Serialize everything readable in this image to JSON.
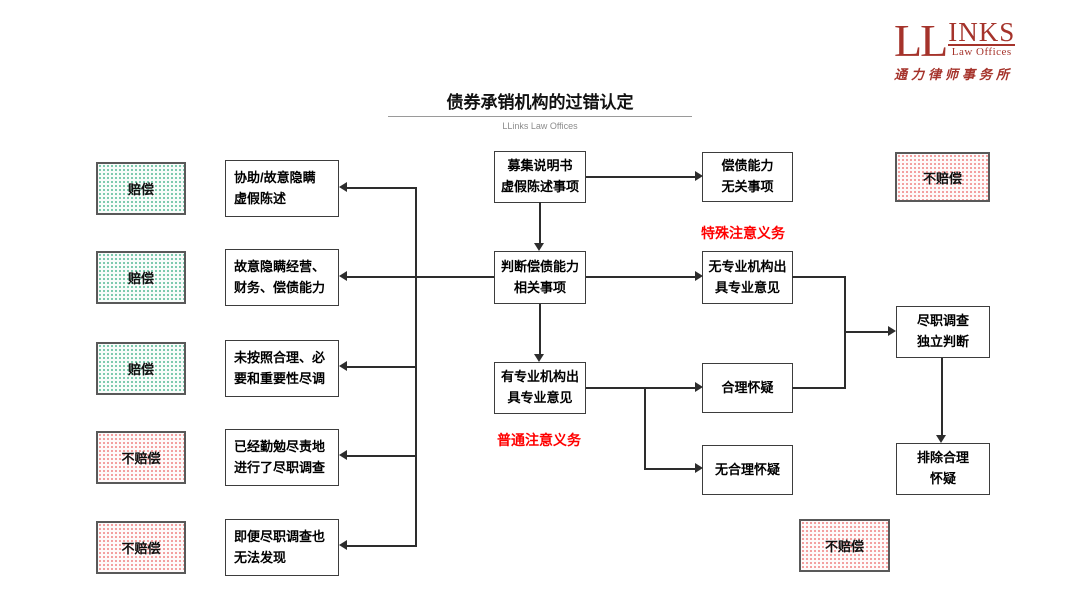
{
  "logo": {
    "mark_large": "LL",
    "mark_rest": "INKS",
    "tagline": "Law Offices",
    "chinese_name": "通力律师事务所",
    "color": "#a5332b"
  },
  "header": {
    "title": "债券承销机构的过错认定",
    "watermark": "LLinks Law Offices"
  },
  "verdicts": [
    {
      "label": "赔偿",
      "type": "green",
      "desc1": "协助/故意隐瞒",
      "desc2": "虚假陈述"
    },
    {
      "label": "赔偿",
      "type": "green",
      "desc1": "故意隐瞒经营、",
      "desc2": "财务、偿债能力"
    },
    {
      "label": "赔偿",
      "type": "green",
      "desc1": "未按照合理、必",
      "desc2": "要和重要性尽调"
    },
    {
      "label": "不赔偿",
      "type": "red",
      "desc1": "已经勤勉尽责地",
      "desc2": "进行了尽职调查"
    },
    {
      "label": "不赔偿",
      "type": "red",
      "desc1": "即便尽职调查也",
      "desc2": "无法发现"
    }
  ],
  "flow": {
    "prospectus_l1": "募集说明书",
    "prospectus_l2": "虚假陈述事项",
    "unrelated_l1": "偿债能力",
    "unrelated_l2": "无关事项",
    "judge_l1": "判断偿债能力",
    "judge_l2": "相关事项",
    "no_prof_l1": "无专业机构出",
    "no_prof_l2": "具专业意见",
    "has_prof_l1": "有专业机构出",
    "has_prof_l2": "具专业意见",
    "reasonable_doubt": "合理怀疑",
    "no_reasonable_doubt": "无合理怀疑",
    "due_diligence_l1": "尽职调查",
    "due_diligence_l2": "独立判断",
    "exclude_l1": "排除合理",
    "exclude_l2": "怀疑",
    "special_duty": "特殊注意义务",
    "ordinary_duty": "普通注意义务",
    "no_comp_top": "不赔偿",
    "no_comp_bottom": "不赔偿"
  },
  "colors": {
    "compensate_dot": "#5ebd9b",
    "no_compensate_dot": "#f08a8a",
    "annotation_red": "#ff0000",
    "line": "#2d2d2d",
    "logo_red": "#a5332b"
  }
}
